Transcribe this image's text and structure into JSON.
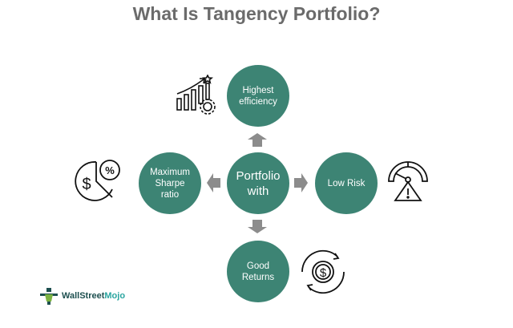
{
  "title": "What Is Tangency Portfolio?",
  "center": {
    "line1": "Portfolio",
    "line2": "with"
  },
  "nodes": {
    "top": {
      "line1": "Highest",
      "line2": "efficiency"
    },
    "left": {
      "line1": "Maximum",
      "line2": "Sharpe",
      "line3": "ratio"
    },
    "right": {
      "line1": "Low Risk"
    },
    "bottom": {
      "line1": "Good",
      "line2": "Returns"
    }
  },
  "logo": {
    "part1": "WallStreet",
    "part2": "Mojo"
  },
  "colors": {
    "node": "#3d8474",
    "arrow": "#8c8c8c",
    "title": "#6b6b6b"
  }
}
